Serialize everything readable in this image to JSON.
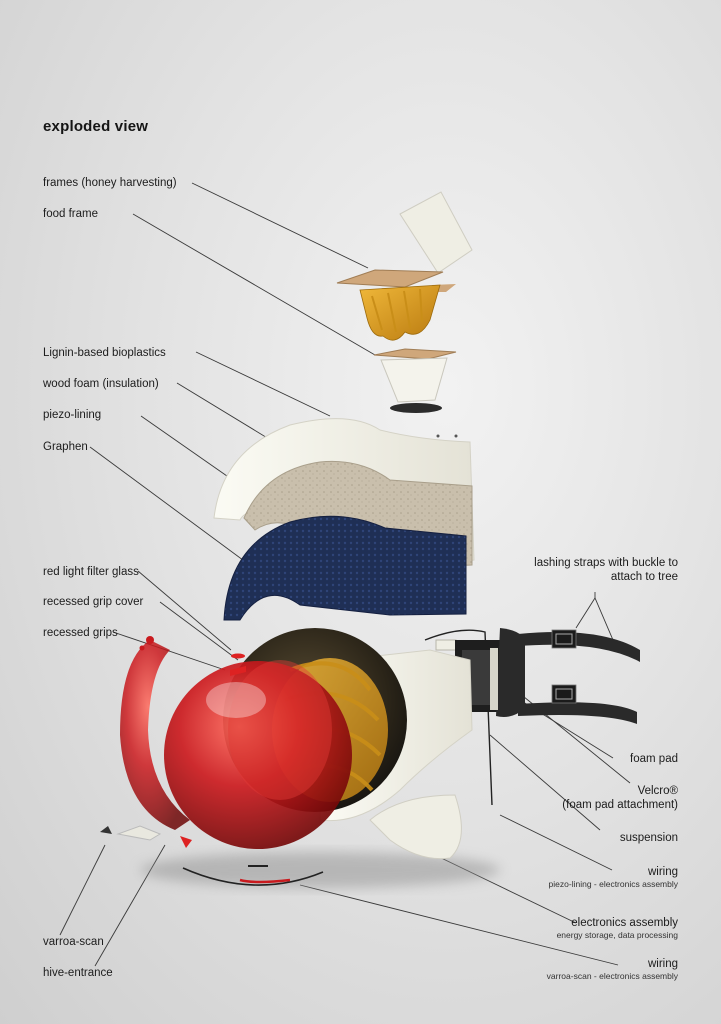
{
  "title": "exploded view",
  "labels_left": {
    "frames": "frames (honey harvesting)",
    "food_frame": "food frame",
    "lignin": "Lignin-based bioplastics",
    "wood_foam": "wood foam (insulation)",
    "piezo": "piezo-lining",
    "graphen": "Graphen",
    "red_glass": "red light filter glass",
    "grip_cover": "recessed grip cover",
    "grips": "recessed grips",
    "varroa_scan": "varroa-scan",
    "hive_entrance": "hive-entrance"
  },
  "labels_right": {
    "straps_line1": "lashing straps with buckle to",
    "straps_line2": "attach to tree",
    "foam_pad": "foam pad",
    "velcro_line1": "Velcro®",
    "velcro_line2": "(foam pad attachment)",
    "suspension": "suspension",
    "wiring1": "wiring",
    "wiring1_sub": "piezo-lining - electronics assembly",
    "electronics": "electronics assembly",
    "electronics_sub": "energy storage, data processing",
    "wiring2": "wiring",
    "wiring2_sub": "varroa-scan - electronics assembly"
  },
  "colors": {
    "shell_white": "#efeee4",
    "wood_foam": "#c9bfac",
    "piezo_blue": "#1f2f55",
    "honey": "#e3a623",
    "red_glass": "#c91a1e",
    "strap": "#2a2a2a",
    "wood": "#cfa77b"
  }
}
